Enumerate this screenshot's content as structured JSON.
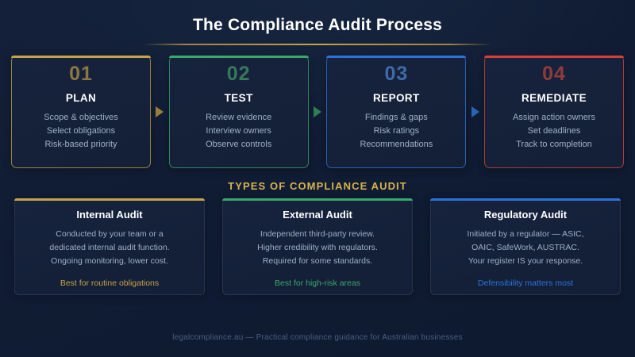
{
  "header": {
    "title": "The Compliance Audit Process"
  },
  "process": {
    "steps": [
      {
        "number": "01",
        "name": "PLAN",
        "accent": "#c5a349",
        "number_color": "#8a7840",
        "items": [
          "Scope & objectives",
          "Select obligations",
          "Risk-based priority"
        ]
      },
      {
        "number": "02",
        "name": "TEST",
        "accent": "#3aa86b",
        "number_color": "#35795a",
        "items": [
          "Review evidence",
          "Interview owners",
          "Observe controls"
        ]
      },
      {
        "number": "03",
        "name": "REPORT",
        "accent": "#2d72d9",
        "number_color": "#3f6aa8",
        "items": [
          "Findings & gaps",
          "Risk ratings",
          "Recommendations"
        ]
      },
      {
        "number": "04",
        "name": "REMEDIATE",
        "accent": "#d63f3a",
        "number_color": "#8f3b3a",
        "items": [
          "Assign action owners",
          "Set deadlines",
          "Track to completion"
        ]
      }
    ],
    "arrows": [
      {
        "color": "#9a7f3c"
      },
      {
        "color": "#2f7f58"
      },
      {
        "color": "#2a63ba"
      }
    ]
  },
  "types": {
    "heading": "TYPES OF COMPLIANCE AUDIT",
    "cards": [
      {
        "title": "Internal Audit",
        "accent": "#c5a349",
        "lines": [
          "Conducted by your team or a",
          "dedicated internal audit function.",
          "Ongoing monitoring, lower cost."
        ],
        "tagline": "Best for routine obligations"
      },
      {
        "title": "External Audit",
        "accent": "#3aa86b",
        "lines": [
          "Independent third-party review.",
          "Higher credibility with regulators.",
          "Required for some standards."
        ],
        "tagline": "Best for high-risk areas"
      },
      {
        "title": "Regulatory Audit",
        "accent": "#2d72d9",
        "lines": [
          "Initiated by a regulator — ASIC,",
          "OAIC, SafeWork, AUSTRAC.",
          "Your register IS your response."
        ],
        "tagline": "Defensibility matters most"
      }
    ]
  },
  "footer": {
    "text": "legalcompliance.au — Practical compliance guidance for Australian businesses"
  }
}
